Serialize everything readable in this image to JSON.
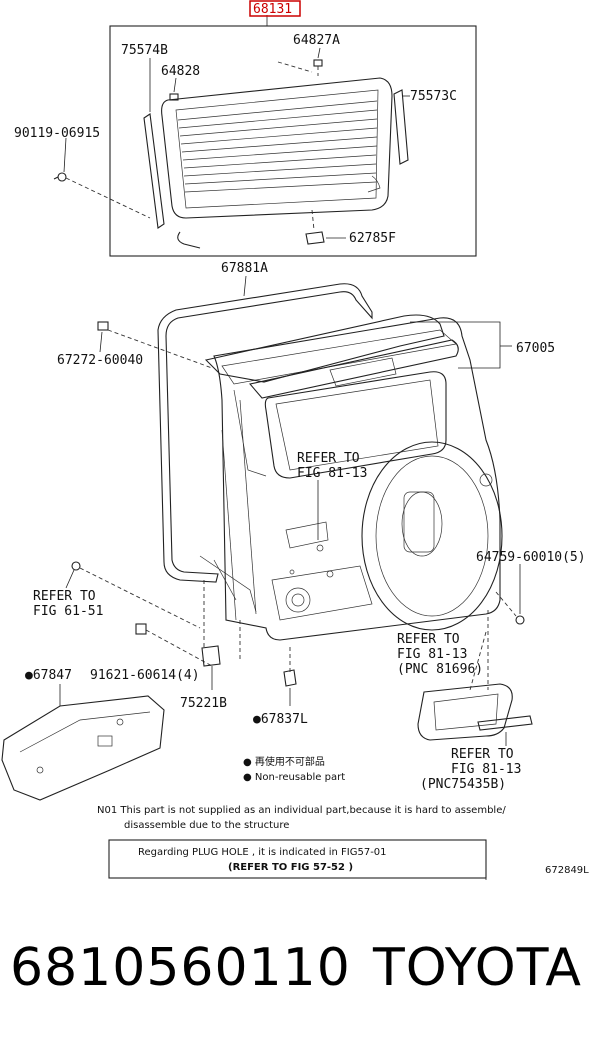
{
  "diagram": {
    "group_label": "68131",
    "labels": {
      "p64827A": "64827A",
      "p75574B": "75574B",
      "p64828": "64828",
      "p75573C": "75573C",
      "p90119": "90119-06915",
      "p62785F": "62785F",
      "p67881A": "67881A",
      "p67272": "67272-60040",
      "p67005": "67005",
      "refer_a1": "REFER TO",
      "refer_a2": "FIG 81-13",
      "p64759": "64759-60010(5)",
      "refer_b1": "REFER TO",
      "refer_b2": "FIG 61-51",
      "refer_c1": "REFER TO",
      "refer_c2": "FIG 81-13",
      "refer_c3": "(PNC 81696)",
      "p67847": "●67847",
      "p91621": "91621-60614(4)",
      "p75221B": "75221B",
      "p67837L": "●67837L",
      "refer_d1": "REFER TO",
      "refer_d2": "FIG 81-13",
      "refer_d3": "(PNC75435B)",
      "legend_cn": "● 再使用不可部品",
      "legend_en": "● Non-reusable part",
      "note_line1": "N01 This part is not supplied as an individual part,because it is hard to assemble/",
      "note_line2": "disassemble due to the structure",
      "box_line1": "Regarding  PLUG HOLE , it is indicated in FIG57-01",
      "box_line2": "(REFER TO FIG  57-52 )",
      "figure_code": "672849L"
    }
  },
  "footer": {
    "part_number": "6810560110",
    "brand": "TOYOTA"
  },
  "colors": {
    "highlight": "#cc0000",
    "line": "#222222"
  }
}
